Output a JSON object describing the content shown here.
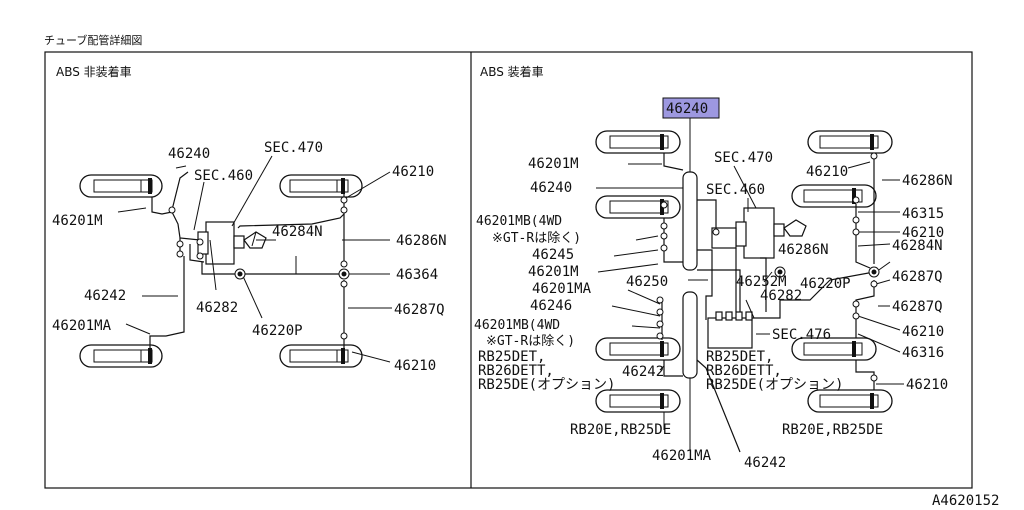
{
  "header": {
    "title": "チューブ配管詳細図",
    "figure_code": "A4620152"
  },
  "left_panel": {
    "title": "ABS 非装着車",
    "labels": {
      "l46240": "46240",
      "sec470": "SEC.470",
      "sec460": "SEC.460",
      "l46210_top": "46210",
      "l46201m": "46201M",
      "l46284n": "46284N",
      "l46286n": "46286N",
      "l46364": "46364",
      "l46242": "46242",
      "l46282": "46282",
      "l46287q": "46287Q",
      "l46201ma": "46201MA",
      "l46220p": "46220P",
      "l46210_bot": "46210"
    }
  },
  "right_panel": {
    "title": "ABS 装着車",
    "highlight_part": "46240",
    "highlight_color": "#9d98e0",
    "labels": {
      "l46201m_top": "46201M",
      "l46240": "46240",
      "l46201mb": "46201MB(4WD",
      "gtr_note_1": "※GT-Rは除く)",
      "l46245": "46245",
      "l46201m_2": "46201M",
      "l46201ma": "46201MA",
      "l46246": "46246",
      "l46201mb_2": "46201MB(4WD",
      "gtr_note_2": "※GT-Rは除く)",
      "rb25det": "RB25DET,",
      "rb26dett": "RB26DETT,",
      "rb25de_opt": "RB25DE(オプション)",
      "l46242": "46242",
      "sec470": "SEC.470",
      "sec460": "SEC.460",
      "l46250": "46250",
      "l46252m": "46252M",
      "l46282": "46282",
      "sec476": "SEC.476",
      "rb25det_r": "RB25DET,",
      "rb26dett_r": "RB26DETT,",
      "rb25de_opt_r": "RB25DE(オプション)",
      "l46210_a": "46210",
      "l46286n_a": "46286N",
      "l46315": "46315",
      "l46210_b": "46210",
      "l46286n_b": "46286N",
      "l46284n": "46284N",
      "l46220p": "46220P",
      "l46287q_a": "46287Q",
      "l46287q_b": "46287Q",
      "l46210_c": "46210",
      "l46316": "46316",
      "l46210_d": "46210",
      "rb20e_l": "RB20E,RB25DE",
      "rb20e_r": "RB20E,RB25DE",
      "l46201ma_bot": "46201MA",
      "l46242_bot": "46242"
    }
  }
}
